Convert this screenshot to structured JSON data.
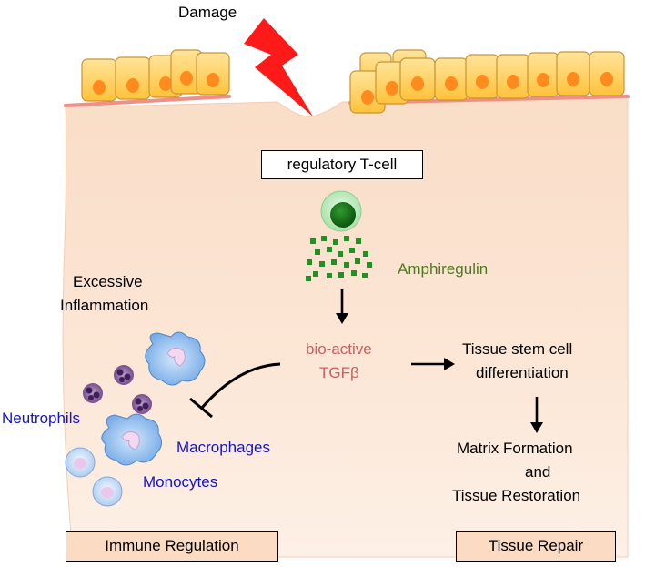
{
  "labels": {
    "damage": "Damage",
    "regulatory_tcell": "regulatory T-cell",
    "amphiregulin": "Amphiregulin",
    "excessive_inflammation_line1": "Excessive",
    "excessive_inflammation_line2": "Inflammation",
    "bioactive_line1": "bio-active",
    "bioactive_line2": "TGFβ",
    "stem_cell_line1": "Tissue stem cell",
    "stem_cell_line2": "differentiation",
    "matrix_line1": "Matrix Formation",
    "matrix_line2": "and",
    "matrix_line3": "Tissue Restoration",
    "neutrophils": "Neutrophils",
    "macrophages": "Macrophages",
    "monocytes": "Monocytes",
    "immune_regulation": "Immune Regulation",
    "tissue_repair": "Tissue Repair"
  },
  "colors": {
    "tissue": "#fbe3cf",
    "epithelial_cell": "#ffd264",
    "nucleus": "#ff8a1e",
    "basement_membrane": "#ef8f86",
    "lightning": "#ff1a1a",
    "tcell_outer": "#c9efc9",
    "tcell_inner": "#0f6a0f",
    "amphiregulin_dots": "#229022",
    "amphiregulin_text": "#4d7a1e",
    "tgfb_text": "#c96060",
    "immune_text": "#1414c8",
    "macrophage": "#7fb6f0",
    "neutrophil": "#7c4c92",
    "monocyte": "#c9dff8",
    "category_box": "#fbdcc3"
  }
}
